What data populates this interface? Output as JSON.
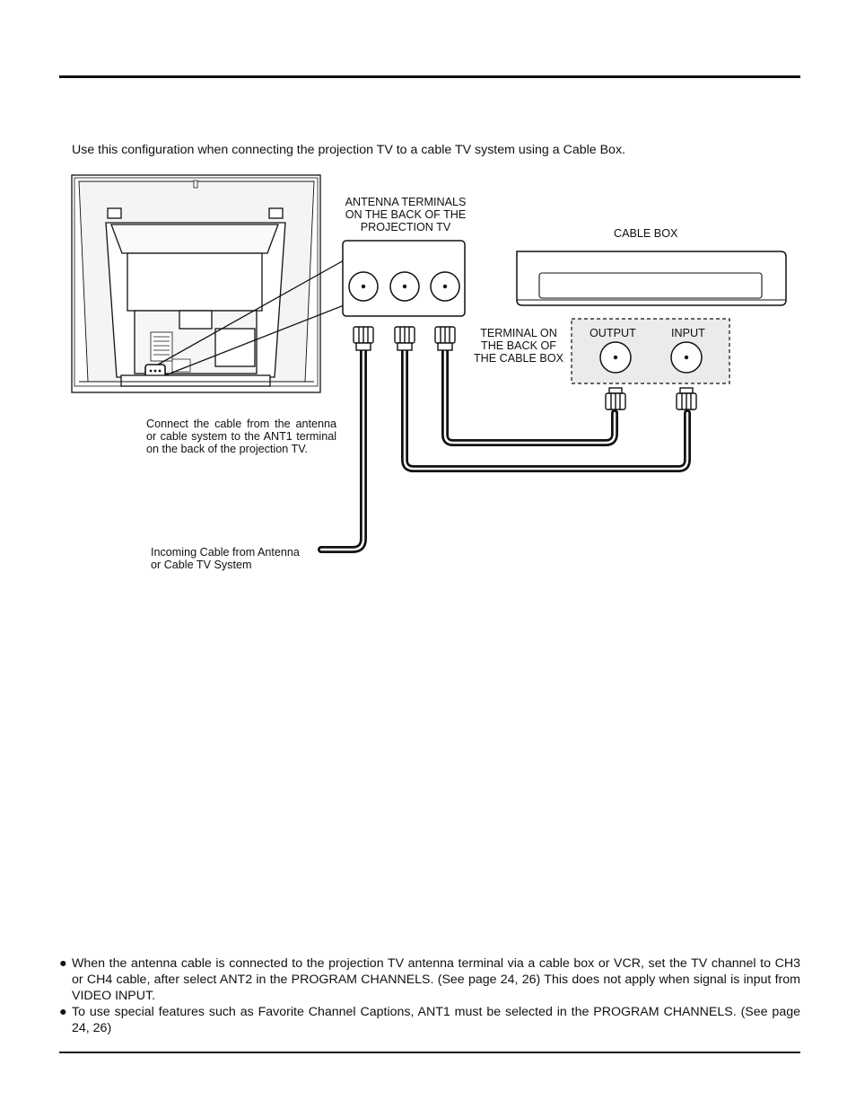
{
  "intro": "Use this configuration when connecting the projection TV to a cable TV system using a Cable Box.",
  "diagram": {
    "antenna_terminals_label": [
      "ANTENNA TERMINALS",
      "ON THE BACK OF THE",
      "PROJECTION TV"
    ],
    "cable_box_label": "CABLE BOX",
    "terminal_on_back_label": [
      "TERMINAL ON",
      "THE BACK OF",
      "THE CABLE BOX"
    ],
    "output_label": "OUTPUT",
    "input_label": "INPUT",
    "connect_instruction": "Connect the cable from the antenna or cable system to the ANT1 terminal on the back of the projection TV.",
    "incoming_cable_label": [
      "Incoming Cable from Antenna",
      "or Cable TV System"
    ]
  },
  "notes": [
    "When the antenna cable is connected to the projection TV antenna terminal via a cable box or VCR, set the TV channel to CH3 or CH4 cable, after select ANT2 in the PROGRAM CHANNELS. (See  page 24, 26) This does not apply when signal is input from VIDEO INPUT.",
    "To use special features such as Favorite Channel Captions, ANT1 must be selected in the PROGRAM CHANNELS. (See page 24, 26)"
  ],
  "bullet_symbol": "●"
}
